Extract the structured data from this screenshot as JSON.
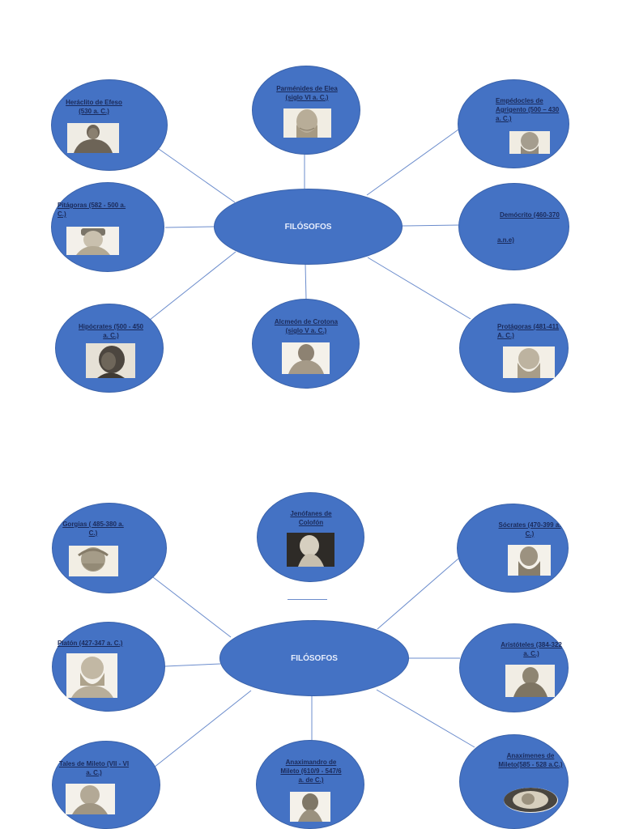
{
  "maps": [
    {
      "center_label": "FILÓSOFOS",
      "nodes": [
        {
          "id": "heraclito",
          "label": "Heráclito de Efeso (530 a. C.)"
        },
        {
          "id": "parmenides",
          "label": "Parménides de Elea (siglo VI a. C.)"
        },
        {
          "id": "empedocles",
          "label": "Empédocles de Agrigento (500 – 430 a. C.)"
        },
        {
          "id": "pitagoras",
          "label": "Pitágoras (582 - 500 a. C.)"
        },
        {
          "id": "democrito",
          "label": "Demócrito (460-370",
          "label2": "a.n.e)"
        },
        {
          "id": "hipocrates",
          "label": "Hipócrates (500 - 450 a. C.)"
        },
        {
          "id": "alcmeon",
          "label": "Alcmeón de Crotona (siglo V a. C.)"
        },
        {
          "id": "protagoras",
          "label": "Protágoras (481-411 A. C.)"
        }
      ]
    },
    {
      "center_label": "FILÓSOFOS",
      "nodes": [
        {
          "id": "gorgias",
          "label": "Gorgias ( 485-380 a. C.)"
        },
        {
          "id": "jenofanes",
          "label": "Jenófanes de Colofón"
        },
        {
          "id": "socrates",
          "label": "Sócrates (470-399 a. C.)"
        },
        {
          "id": "platon",
          "label": "Platón (427-347 a. C.)"
        },
        {
          "id": "aristoteles",
          "label": "Aristóteles (384-322 a. C.)"
        },
        {
          "id": "tales",
          "label": "Tales de Mileto (VII - VI a. C.)"
        },
        {
          "id": "anaximandro",
          "label": "Anaximandro de Mileto (610/9 - 547/6 a. de C.)"
        },
        {
          "id": "anaximenes",
          "label": "Anaxímenes de Mileto(585 - 528 a.C.)"
        }
      ]
    }
  ]
}
